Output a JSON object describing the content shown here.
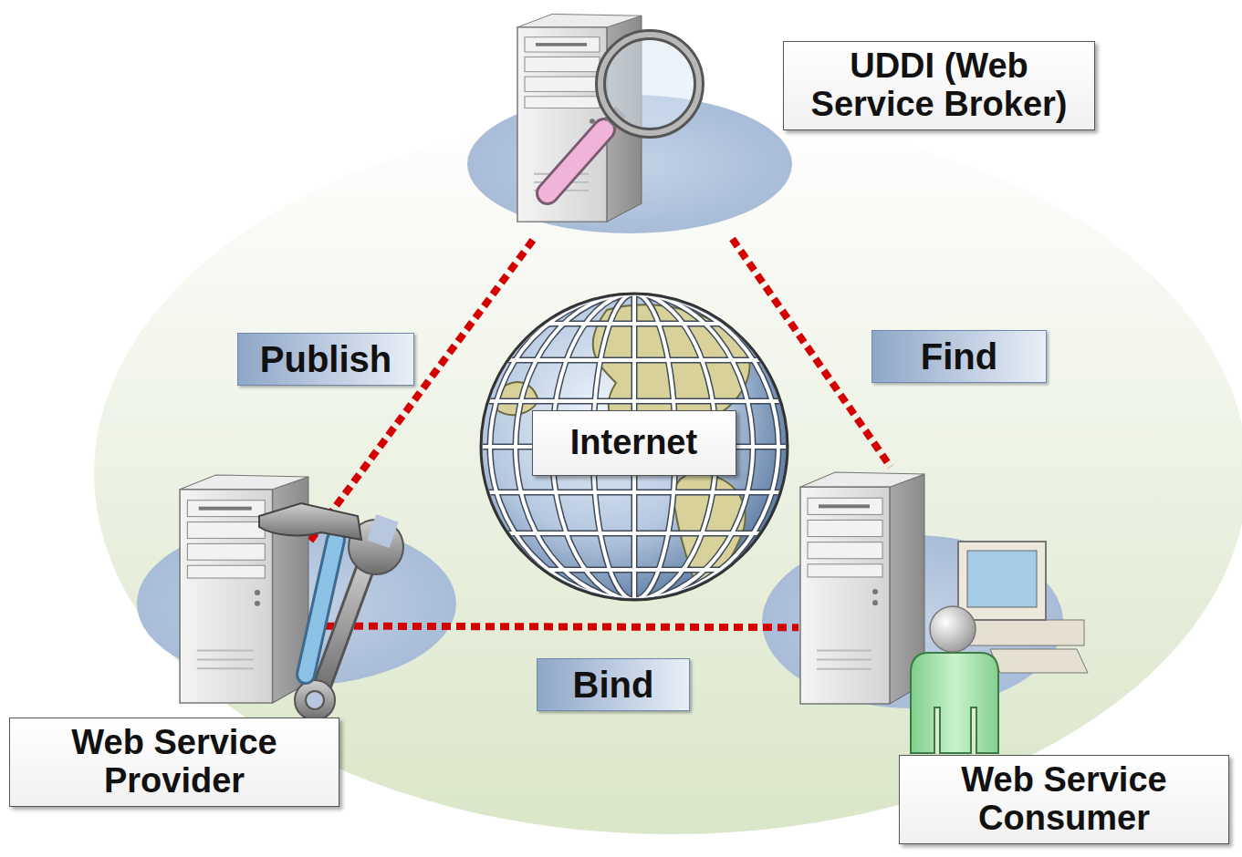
{
  "diagram": {
    "nodes": [
      {
        "text": [
          "UDDI (Web Service Broker)"
        ]
      },
      {
        "text": [
          "Web Service Provider"
        ]
      },
      {
        "text": [
          "Web Service Consumer"
        ]
      },
      {
        "text": [
          "Internet"
        ]
      }
    ],
    "edges": [
      {
        "from": 1,
        "to": 0,
        "label": "Publish",
        "arrow": "none"
      },
      {
        "from": 0,
        "to": 2,
        "label": "Find",
        "arrow": "none"
      },
      {
        "from": 1,
        "to": 2,
        "label": "Bind",
        "arrow": "none"
      }
    ]
  }
}
